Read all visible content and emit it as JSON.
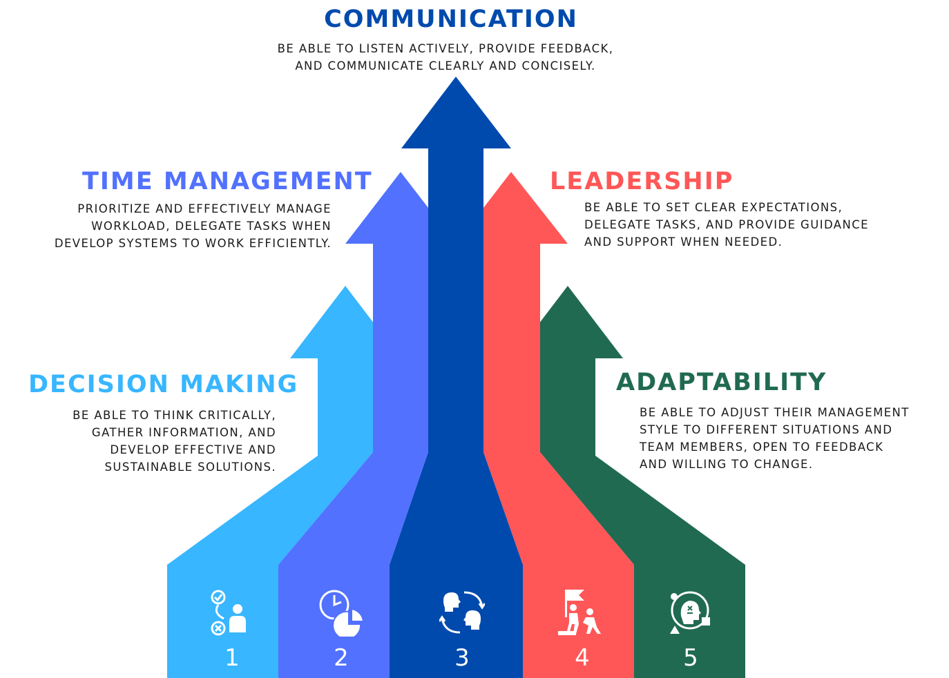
{
  "colors": {
    "decision_making": "#38b6ff",
    "time_management": "#5271ff",
    "communication": "#004aad",
    "leadership": "#ff5757",
    "adaptability": "#216a52"
  },
  "steps": [
    {
      "number": "1",
      "title": "DECISION MAKING",
      "description": "BE ABLE TO THINK CRITICALLY,\nGATHER INFORMATION, AND\nDEVELOP EFFECTIVE AND\nSUSTAINABLE SOLUTIONS.",
      "icon": "decision-person-icon"
    },
    {
      "number": "2",
      "title": "TIME MANAGEMENT",
      "description": "PRIORITIZE AND EFFECTIVELY MANAGE\nWORKLOAD, DELEGATE TASKS WHEN\nDEVELOP SYSTEMS TO WORK EFFICIENTLY.",
      "icon": "clock-pie-icon"
    },
    {
      "number": "3",
      "title": "COMMUNICATION",
      "description": "BE ABLE TO LISTEN ACTIVELY, PROVIDE FEEDBACK,\nAND COMMUNICATE CLEARLY AND CONCISELY.",
      "icon": "two-heads-exchange-icon"
    },
    {
      "number": "4",
      "title": "LEADERSHIP",
      "description": "BE ABLE TO SET CLEAR EXPECTATIONS,\nDELEGATE TASKS, AND PROVIDE GUIDANCE\nAND SUPPORT WHEN NEEDED.",
      "icon": "leader-flag-icon"
    },
    {
      "number": "5",
      "title": "ADAPTABILITY",
      "description": "BE ABLE TO ADJUST THEIR MANAGEMENT\nSTYLE TO DIFFERENT SITUATIONS AND\nTEAM MEMBERS, OPEN TO FEEDBACK\nAND WILLING TO CHANGE.",
      "icon": "adaptable-mind-icon"
    }
  ]
}
